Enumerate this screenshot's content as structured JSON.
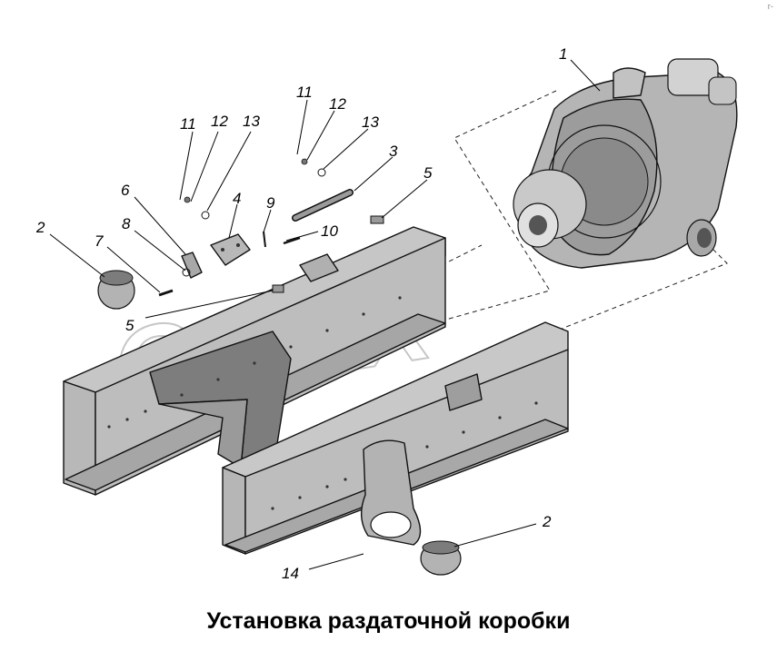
{
  "caption": "Установка раздаточной коробки",
  "corner_mark": "г-",
  "watermark": "OPEX",
  "callouts": {
    "c1": "1",
    "c2a": "2",
    "c2b": "2",
    "c3": "3",
    "c4": "4",
    "c5a": "5",
    "c5b": "5",
    "c6": "6",
    "c7": "7",
    "c8": "8",
    "c9": "9",
    "c10": "10",
    "c11a": "11",
    "c11b": "11",
    "c12a": "12",
    "c12b": "12",
    "c13a": "13",
    "c13b": "13",
    "c14": "14"
  }
}
